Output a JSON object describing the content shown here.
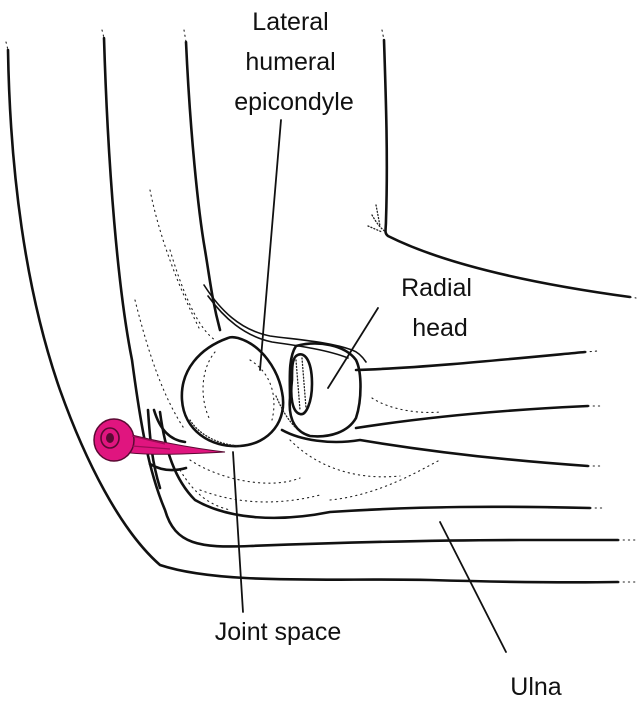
{
  "labels": {
    "lateral_epicondyle": [
      "Lateral",
      "humeral",
      "epicondyle"
    ],
    "radial_head": [
      "Radial",
      "head"
    ],
    "joint_space": "Joint space",
    "ulna": "Ulna"
  },
  "colors": {
    "line": "#111111",
    "needle": "#e0157f",
    "background": "#ffffff"
  },
  "icons": {
    "needle": "syringe-needle-icon"
  }
}
